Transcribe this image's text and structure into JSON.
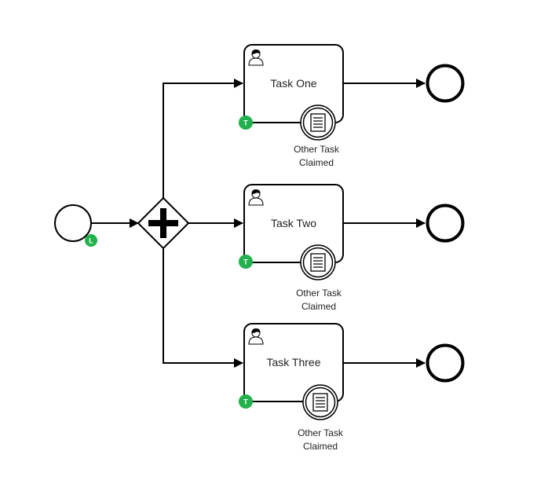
{
  "diagram": {
    "colors": {
      "stroke": "#000000",
      "badge": "#22b14c",
      "background": "#ffffff"
    },
    "start_event": {
      "badge": "L"
    },
    "gateway": {
      "type": "parallel",
      "icon": "plus-icon"
    },
    "tasks": [
      {
        "label": "Task One",
        "type": "user-task",
        "badge": "T",
        "boundary_event": {
          "type": "conditional",
          "label_line1": "Other Task",
          "label_line2": "Claimed"
        }
      },
      {
        "label": "Task Two",
        "type": "user-task",
        "badge": "T",
        "boundary_event": {
          "type": "conditional",
          "label_line1": "Other Task",
          "label_line2": "Claimed"
        }
      },
      {
        "label": "Task Three",
        "type": "user-task",
        "badge": "T",
        "boundary_event": {
          "type": "conditional",
          "label_line1": "Other Task",
          "label_line2": "Claimed"
        }
      }
    ],
    "end_events": [
      {
        "type": "end"
      },
      {
        "type": "end"
      },
      {
        "type": "end"
      }
    ]
  }
}
